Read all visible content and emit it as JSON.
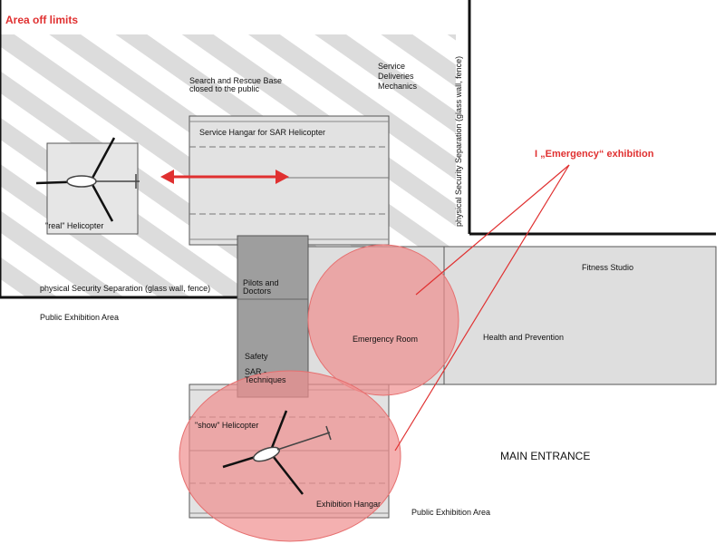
{
  "area_off_limits": "Area off limits",
  "emergency_exhibition": "I „Emergency“ exhibition",
  "labels": {
    "sar_base_line1": "Search and Rescue Base",
    "sar_base_line2": "closed to the public",
    "service_line1": "Service",
    "service_line2": "Deliveries",
    "service_line3": "Mechanics",
    "service_hangar": "Service Hangar for SAR Helicopter",
    "real_helicopter": "\"real\" Helicopter",
    "security_separation_h": "physical Security Separation (glass wall, fence)",
    "security_separation_v": "physical Security Separation (glass wall, fence)",
    "public_area_left": "Public Exhibition Area",
    "public_area_bottom": "Public Exhibition Area",
    "pilots_line1": "Pilots and",
    "pilots_line2": "Doctors",
    "safety": "Safety",
    "sar_tech_line1": "SAR -",
    "sar_tech_line2": "Techniques",
    "emergency_room": "Emergency Room",
    "fitness_studio": "Fitness Studio",
    "health_prevention": "Health and Prevention",
    "main_entrance": "MAIN ENTRANCE",
    "show_helicopter": "\"show\" Helicopter",
    "exhibition_hangar": "Exhibition Hangar"
  },
  "colors": {
    "accent_red": "#e03030",
    "highlight_fill": "#ef8f8f",
    "building_fill": "#dedede",
    "corridor_fill": "#9e9e9e",
    "wall": "#111111",
    "stripe": "#dcdcdc"
  },
  "icons": [
    "helicopter-icon",
    "double-arrow-icon"
  ]
}
